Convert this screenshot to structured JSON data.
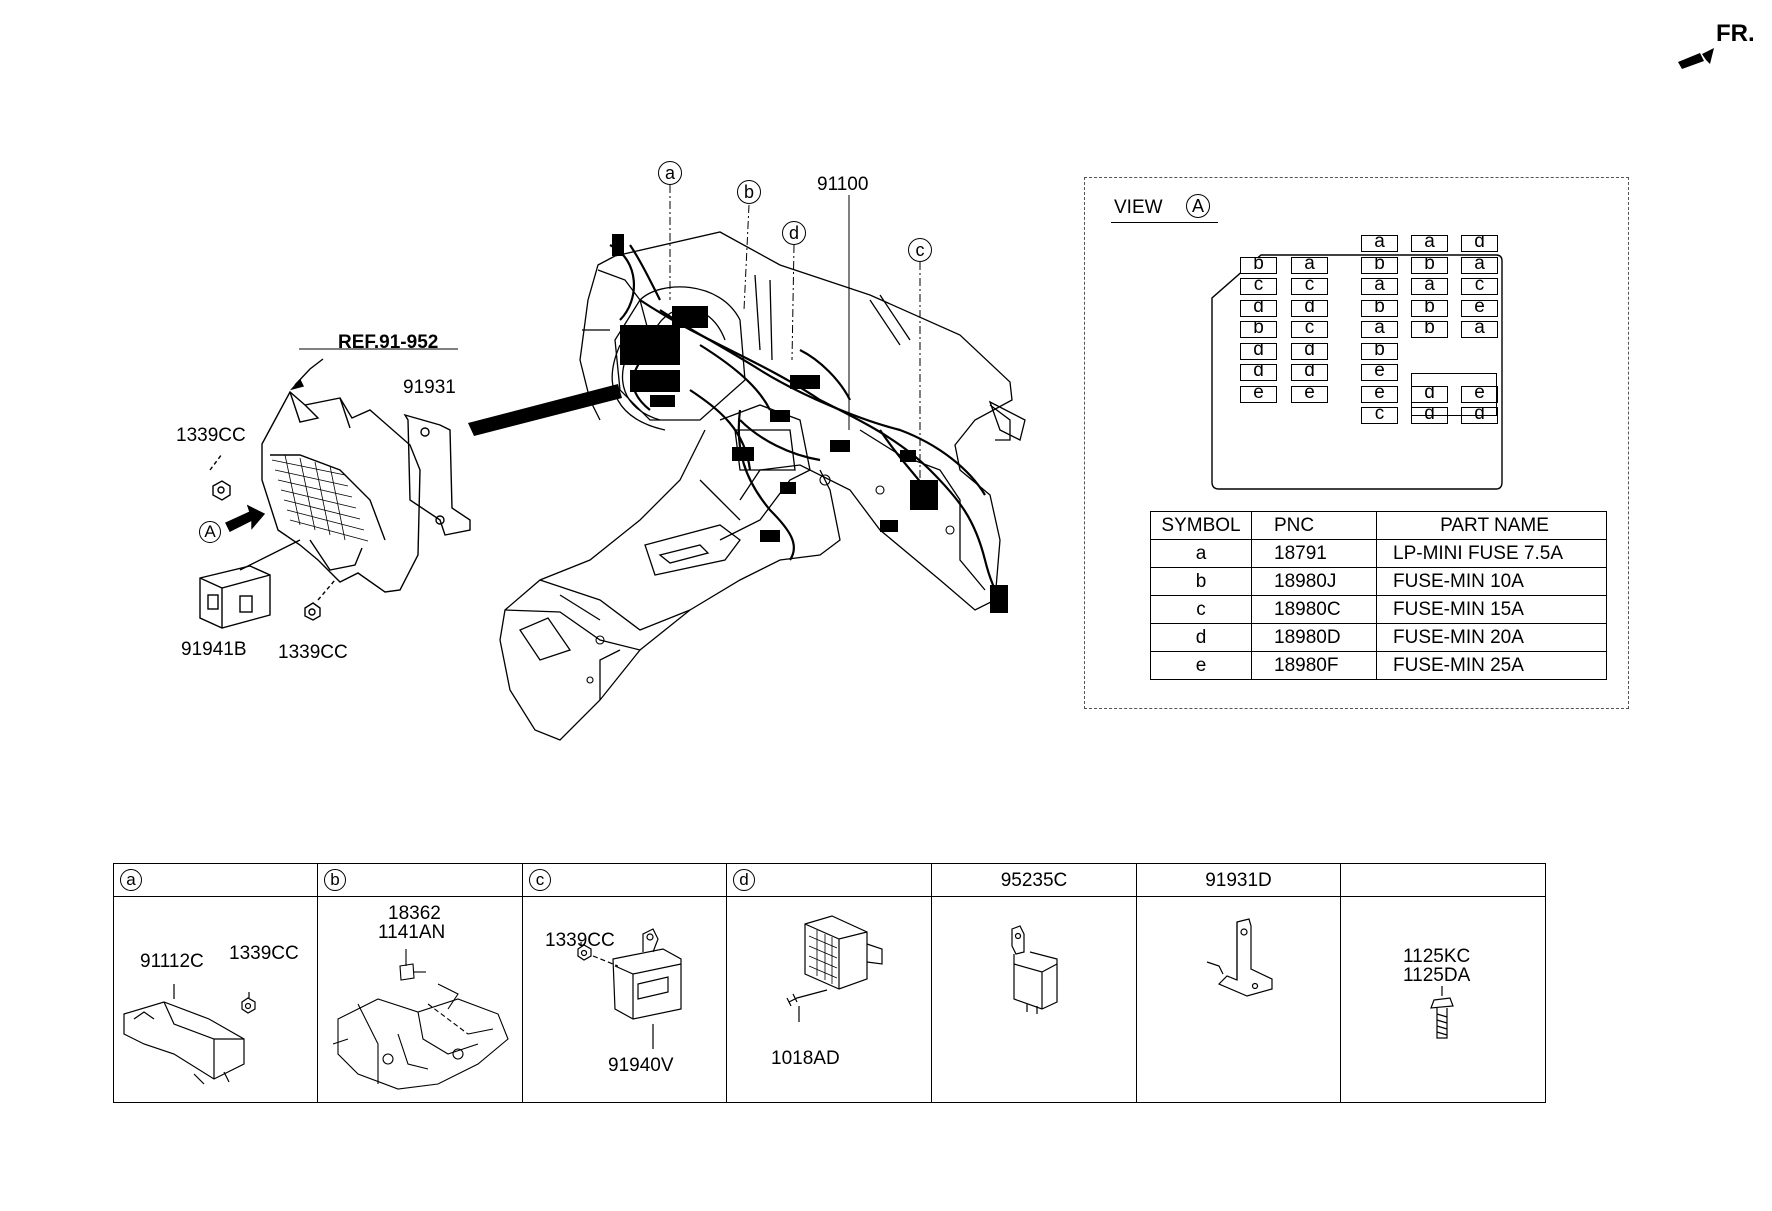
{
  "front_marker": "FR.",
  "main": {
    "callouts": {
      "a": "a",
      "b": "b",
      "c": "c",
      "d": "d"
    },
    "ref": "REF.91-952",
    "part_91100": "91100",
    "part_91931": "91931",
    "part_1339cc_top": "1339CC",
    "part_1339cc_bottom": "1339CC",
    "part_91941b": "91941B",
    "view_marker": "A"
  },
  "view_a": {
    "title": "VIEW",
    "marker": "A",
    "fuse_grid": {
      "col1": [
        "b",
        "c",
        "d",
        "b",
        "d",
        "d",
        "e"
      ],
      "col2": [
        "a",
        "c",
        "d",
        "c",
        "d",
        "d",
        "e"
      ],
      "col3": [
        "a",
        "b",
        "a",
        "b",
        "a",
        "b",
        "e",
        "e",
        "c"
      ],
      "col4_top": [
        "a",
        "b",
        "a",
        "b",
        "b"
      ],
      "col4_bottom": [
        "d",
        "d"
      ],
      "col5_top": [
        "d",
        "a",
        "c",
        "e",
        "a"
      ],
      "col5_bottom": [
        "e",
        "d"
      ]
    },
    "table": {
      "headers": [
        "SYMBOL",
        "PNC",
        "PART NAME"
      ],
      "rows": [
        [
          "a",
          "18791",
          "LP-MINI FUSE 7.5A"
        ],
        [
          "b",
          "18980J",
          "FUSE-MIN 10A"
        ],
        [
          "c",
          "18980C",
          "FUSE-MIN 15A"
        ],
        [
          "d",
          "18980D",
          "FUSE-MIN 20A"
        ],
        [
          "e",
          "18980F",
          "FUSE-MIN 25A"
        ]
      ]
    }
  },
  "detail_strip": [
    {
      "head_circle": "a",
      "head_text": "",
      "labels": [
        "91112C",
        "1339CC"
      ]
    },
    {
      "head_circle": "b",
      "head_text": "",
      "labels": [
        "18362",
        "1141AN"
      ]
    },
    {
      "head_circle": "c",
      "head_text": "",
      "labels": [
        "1339CC",
        "91940V"
      ]
    },
    {
      "head_circle": "d",
      "head_text": "",
      "labels": [
        "1018AD"
      ]
    },
    {
      "head_circle": "",
      "head_text": "95235C",
      "labels": []
    },
    {
      "head_circle": "",
      "head_text": "91931D",
      "labels": []
    },
    {
      "head_circle": "",
      "head_text": "",
      "labels": [
        "1125KC",
        "1125DA"
      ]
    }
  ]
}
